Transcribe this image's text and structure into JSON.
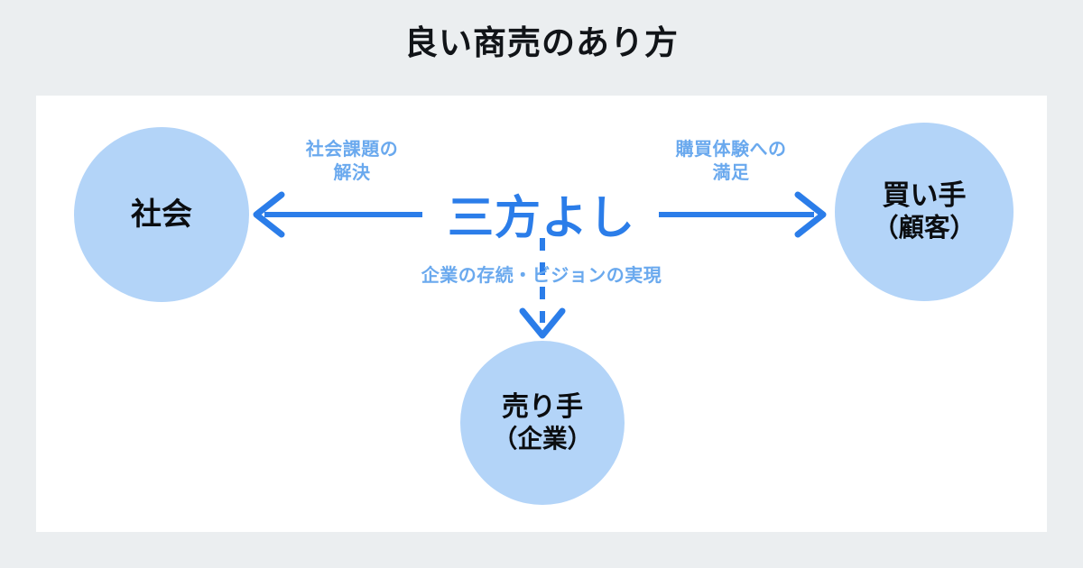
{
  "page": {
    "title": "良い商売のあり方",
    "background_color": "#ebeef0",
    "card_color": "#ffffff"
  },
  "colors": {
    "node_fill": "#b3d4f8",
    "node_text": "#0b0d10",
    "accent_blue": "#2b7de9",
    "caption_blue": "#6aa9ee",
    "title_text": "#111418"
  },
  "diagram": {
    "type": "hub-and-spoke",
    "center": {
      "label": "三方よし"
    },
    "nodes": [
      {
        "id": "society",
        "line1": "社会",
        "line2": "",
        "position": "left"
      },
      {
        "id": "buyer",
        "line1": "買い手",
        "line2": "（顧客）",
        "position": "right"
      },
      {
        "id": "seller",
        "line1": "売り手",
        "line2": "（企業）",
        "position": "bottom"
      }
    ],
    "edges": [
      {
        "id": "center-to-society",
        "from": "center",
        "to": "society",
        "direction": "left",
        "style": "solid",
        "caption_line1": "社会課題の",
        "caption_line2": "解決"
      },
      {
        "id": "center-to-buyer",
        "from": "center",
        "to": "buyer",
        "direction": "right",
        "style": "solid",
        "caption_line1": "購買体験への",
        "caption_line2": "満足"
      },
      {
        "id": "center-to-seller",
        "from": "center",
        "to": "seller",
        "direction": "down",
        "style": "dashed",
        "caption_line1": "企業の存続・ビジョンの実現",
        "caption_line2": ""
      }
    ]
  }
}
